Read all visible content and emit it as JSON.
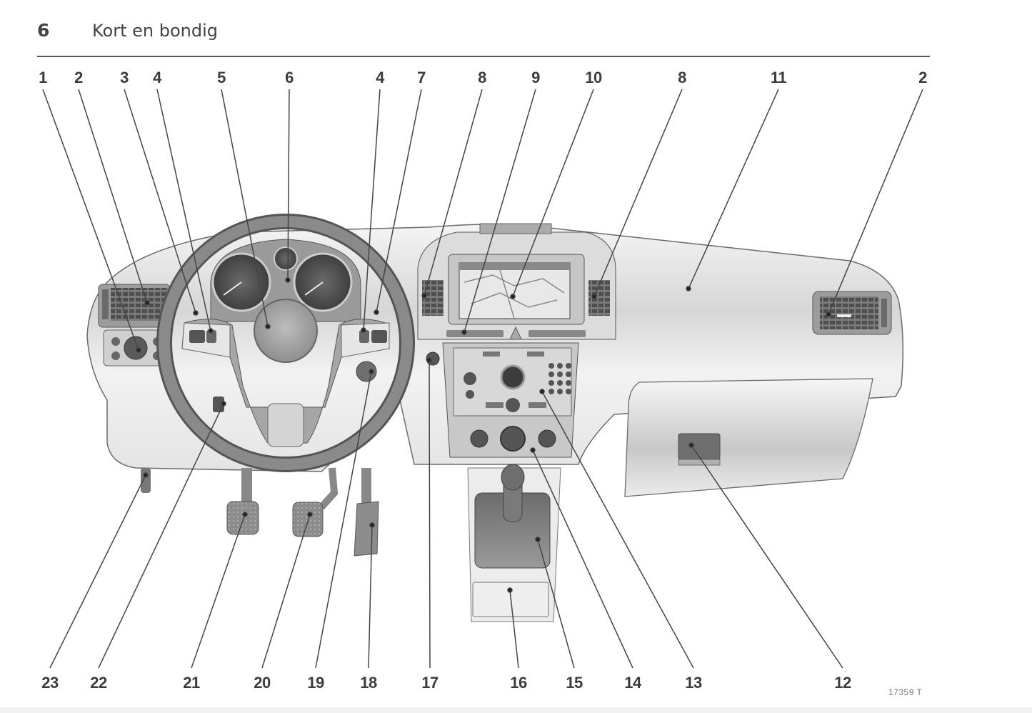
{
  "header": {
    "page_number": "6",
    "title": "Kort en bondig"
  },
  "figure": {
    "code": "17359 T",
    "top_callouts": [
      "1",
      "2",
      "3",
      "4",
      "5",
      "6",
      "4",
      "7",
      "8",
      "9",
      "10",
      "8",
      "11",
      "2"
    ],
    "bottom_callouts": [
      "23",
      "22",
      "21",
      "20",
      "19",
      "18",
      "17",
      "16",
      "15",
      "14",
      "13",
      "12"
    ]
  }
}
